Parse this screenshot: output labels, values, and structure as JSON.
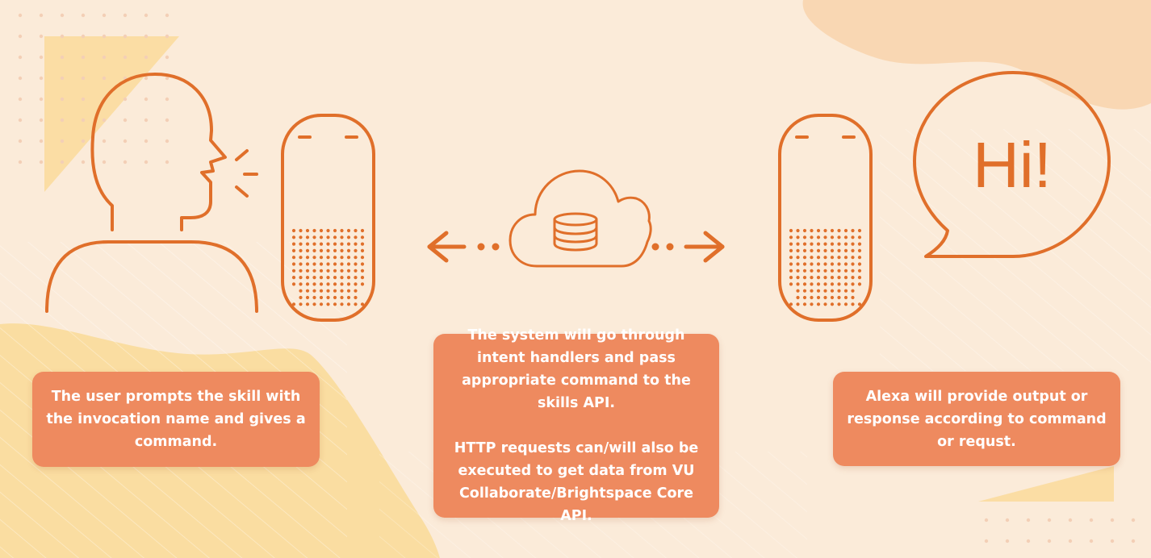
{
  "colors": {
    "background": "#fbebd9",
    "accent_orange": "#e06f2a",
    "box_fill": "#ee8a5f",
    "blob_yellow": "#fadb9a",
    "blob_peach": "#f8d3ab",
    "text_white": "#ffffff"
  },
  "icons": {
    "person": "person-speaking-icon",
    "speaker_left": "smart-speaker-icon",
    "cloud": "cloud-database-icon",
    "speaker_right": "smart-speaker-icon",
    "bubble": "speech-bubble-icon"
  },
  "speech_bubble": {
    "text": "Hi!"
  },
  "boxes": {
    "user": {
      "text": "The user prompts the skill with the invocation name and gives a command."
    },
    "system": {
      "paragraph1": "The system will go through intent handlers and pass appropriate command to the skills API.",
      "paragraph2": "HTTP requests can/will also be executed to get data from VU Collaborate/Brightspace Core API."
    },
    "alexa": {
      "text": "Alexa will provide output or response according to command or requst."
    }
  }
}
